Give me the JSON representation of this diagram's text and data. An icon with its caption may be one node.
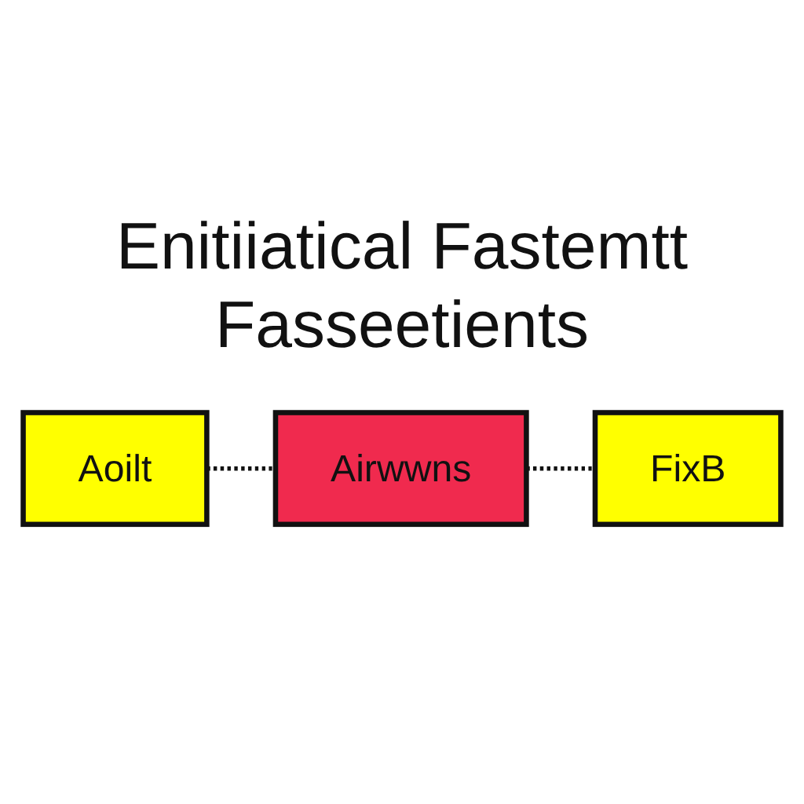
{
  "diagram": {
    "title": "Enitiiatical Fastemtt Fasseetients",
    "nodes": [
      {
        "text": [
          "Aoilt"
        ]
      },
      {
        "text": [
          "Airwwns"
        ]
      },
      {
        "text": [
          "FixB"
        ]
      }
    ],
    "edges": [
      {
        "from": 0,
        "to": 1,
        "arrow": "none",
        "style": "dashed"
      },
      {
        "from": 1,
        "to": 2,
        "arrow": "none",
        "style": "dashed"
      }
    ]
  }
}
